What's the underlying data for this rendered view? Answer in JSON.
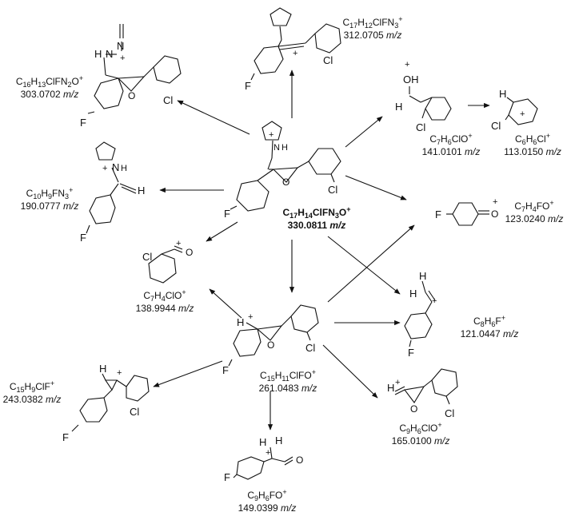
{
  "scheme": {
    "central": {
      "formula": {
        "main": "C",
        "parts": [
          [
            "17",
            "sub"
          ],
          [
            "H",
            "n"
          ],
          [
            "14",
            "sub"
          ],
          [
            "ClFN",
            "n"
          ],
          [
            "3",
            "sub"
          ],
          [
            "O",
            "n"
          ],
          [
            "+",
            "sup"
          ]
        ]
      },
      "mass": "330.0811",
      "unit": "m/z"
    },
    "secondary": {
      "formula": {
        "main": "C",
        "parts": [
          [
            "15",
            "sub"
          ],
          [
            "H",
            "n"
          ],
          [
            "11",
            "sub"
          ],
          [
            "ClFO",
            "n"
          ],
          [
            "+",
            "sup"
          ]
        ]
      },
      "mass": "261.0483",
      "unit": "m/z"
    },
    "fragments": [
      {
        "id": "frag-312",
        "formula": {
          "main": "C",
          "parts": [
            [
              "17",
              "sub"
            ],
            [
              "H",
              "n"
            ],
            [
              "12",
              "sub"
            ],
            [
              "ClFN",
              "n"
            ],
            [
              "3",
              "sub"
            ],
            [
              "+",
              "sup"
            ]
          ]
        },
        "mass": "312.0705",
        "unit": "m/z"
      },
      {
        "id": "frag-303",
        "formula": {
          "main": "C",
          "parts": [
            [
              "16",
              "sub"
            ],
            [
              "H",
              "n"
            ],
            [
              "13",
              "sub"
            ],
            [
              "ClFN",
              "n"
            ],
            [
              "2",
              "sub"
            ],
            [
              "O",
              "n"
            ],
            [
              "+",
              "sup"
            ]
          ]
        },
        "mass": "303.0702",
        "unit": "m/z"
      },
      {
        "id": "frag-141",
        "formula": {
          "main": "C",
          "parts": [
            [
              "7",
              "sub"
            ],
            [
              "H",
              "n"
            ],
            [
              "6",
              "sub"
            ],
            [
              "ClO",
              "n"
            ],
            [
              "+",
              "sup"
            ]
          ]
        },
        "mass": "141.0101",
        "unit": "m/z"
      },
      {
        "id": "frag-113",
        "formula": {
          "main": "C",
          "parts": [
            [
              "6",
              "sub"
            ],
            [
              "H",
              "n"
            ],
            [
              "6",
              "sub"
            ],
            [
              "Cl",
              "n"
            ],
            [
              "+",
              "sup"
            ]
          ]
        },
        "mass": "113.0150",
        "unit": "m/z"
      },
      {
        "id": "frag-190",
        "formula": {
          "main": "C",
          "parts": [
            [
              "10",
              "sub"
            ],
            [
              "H",
              "n"
            ],
            [
              "9",
              "sub"
            ],
            [
              "FN",
              "n"
            ],
            [
              "3",
              "sub"
            ],
            [
              "+",
              "sup"
            ]
          ]
        },
        "mass": "190.0777",
        "unit": "m/z"
      },
      {
        "id": "frag-123",
        "formula": {
          "main": "C",
          "parts": [
            [
              "7",
              "sub"
            ],
            [
              "H",
              "n"
            ],
            [
              "4",
              "sub"
            ],
            [
              "FO",
              "n"
            ],
            [
              "+",
              "sup"
            ]
          ]
        },
        "mass": "123.0240",
        "unit": "m/z"
      },
      {
        "id": "frag-138",
        "formula": {
          "main": "C",
          "parts": [
            [
              "7",
              "sub"
            ],
            [
              "H",
              "n"
            ],
            [
              "4",
              "sub"
            ],
            [
              "ClO",
              "n"
            ],
            [
              "+",
              "sup"
            ]
          ]
        },
        "mass": "138.9944",
        "unit": "m/z"
      },
      {
        "id": "frag-121",
        "formula": {
          "main": "C",
          "parts": [
            [
              "8",
              "sub"
            ],
            [
              "H",
              "n"
            ],
            [
              "6",
              "sub"
            ],
            [
              "F",
              "n"
            ],
            [
              "+",
              "sup"
            ]
          ]
        },
        "mass": "121.0447",
        "unit": "m/z"
      },
      {
        "id": "frag-243",
        "formula": {
          "main": "C",
          "parts": [
            [
              "15",
              "sub"
            ],
            [
              "H",
              "n"
            ],
            [
              "9",
              "sub"
            ],
            [
              "ClF",
              "n"
            ],
            [
              "+",
              "sup"
            ]
          ]
        },
        "mass": "243.0382",
        "unit": "m/z"
      },
      {
        "id": "frag-165",
        "formula": {
          "main": "C",
          "parts": [
            [
              "9",
              "sub"
            ],
            [
              "H",
              "n"
            ],
            [
              "6",
              "sub"
            ],
            [
              "ClO",
              "n"
            ],
            [
              "+",
              "sup"
            ]
          ]
        },
        "mass": "165.0100",
        "unit": "m/z"
      },
      {
        "id": "frag-149",
        "formula": {
          "main": "C",
          "parts": [
            [
              "9",
              "sub"
            ],
            [
              "H",
              "n"
            ],
            [
              "6",
              "sub"
            ],
            [
              "FO",
              "n"
            ],
            [
              "+",
              "sup"
            ]
          ]
        },
        "mass": "149.0399",
        "unit": "m/z"
      }
    ],
    "atoms": {
      "Cl": "Cl",
      "F": "F",
      "O": "O",
      "H": "H",
      "N": "N",
      "OH": "OH",
      "plus": "+"
    }
  }
}
